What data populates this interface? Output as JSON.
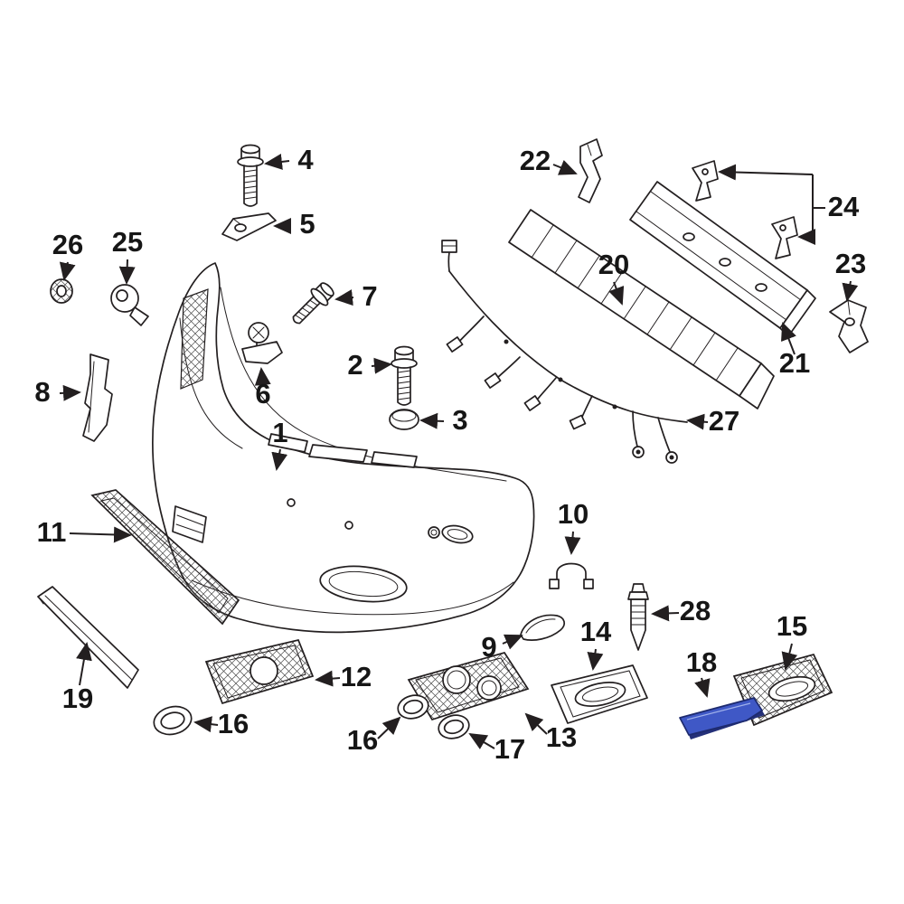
{
  "diagram": {
    "type": "exploded-parts-diagram",
    "subject": "front-bumper-assembly",
    "background_color": "#ffffff",
    "line_color": "#231f20",
    "highlight_color": "#3f58c6",
    "highlight_shadow_color": "#243079",
    "labels": [
      {
        "part": "4",
        "text": "4"
      },
      {
        "part": "5",
        "text": "5"
      },
      {
        "part": "22",
        "text": "22"
      },
      {
        "part": "24",
        "text": "24"
      },
      {
        "part": "26",
        "text": "26"
      },
      {
        "part": "25",
        "text": "25"
      },
      {
        "part": "7",
        "text": "7"
      },
      {
        "part": "20",
        "text": "20"
      },
      {
        "part": "23",
        "text": "23"
      },
      {
        "part": "2",
        "text": "2"
      },
      {
        "part": "6",
        "text": "6"
      },
      {
        "part": "8",
        "text": "8"
      },
      {
        "part": "3",
        "text": "3"
      },
      {
        "part": "21",
        "text": "21"
      },
      {
        "part": "27",
        "text": "27"
      },
      {
        "part": "1",
        "text": "1"
      },
      {
        "part": "11",
        "text": "11"
      },
      {
        "part": "10",
        "text": "10"
      },
      {
        "part": "28",
        "text": "28"
      },
      {
        "part": "15",
        "text": "15"
      },
      {
        "part": "9",
        "text": "9"
      },
      {
        "part": "14",
        "text": "14"
      },
      {
        "part": "18",
        "text": "18"
      },
      {
        "part": "12",
        "text": "12"
      },
      {
        "part": "19",
        "text": "19"
      },
      {
        "part": "16",
        "text": "16"
      },
      {
        "part": "16",
        "text": "16"
      },
      {
        "part": "17",
        "text": "17"
      },
      {
        "part": "13",
        "text": "13"
      }
    ]
  }
}
